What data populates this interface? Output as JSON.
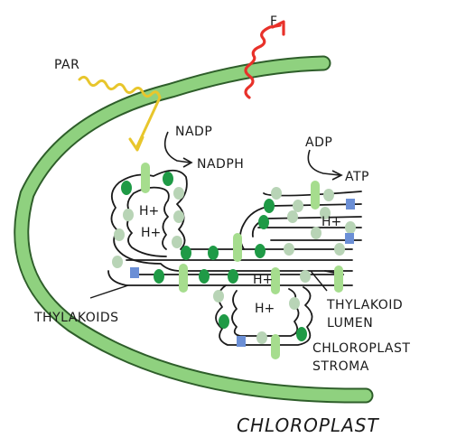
{
  "labels": {
    "par": "PAR",
    "f": "F",
    "nadp": "NADP",
    "nadph": "NADPH",
    "adp": "ADP",
    "atp": "ATP",
    "h_plus": "H+",
    "thylakoids": "THYLAKOIDS",
    "thylakoid_lumen_1": "THYLAKOID",
    "thylakoid_lumen_2": "LUMEN",
    "stroma_1": "CHLOROPLAST",
    "stroma_2": "STROMA",
    "chloroplast": "CHLOROPLAST"
  },
  "colors": {
    "envelope": "#8fd17f",
    "envelope_edge": "#2e5e2a",
    "par_wave": "#e8c62c",
    "f_wave": "#e8312a",
    "dark_green": "#1f9a46",
    "light_green": "#a6dd8e",
    "pale_green": "#b8d4b6",
    "atp_synthase_blue": "#6b8fd6"
  }
}
